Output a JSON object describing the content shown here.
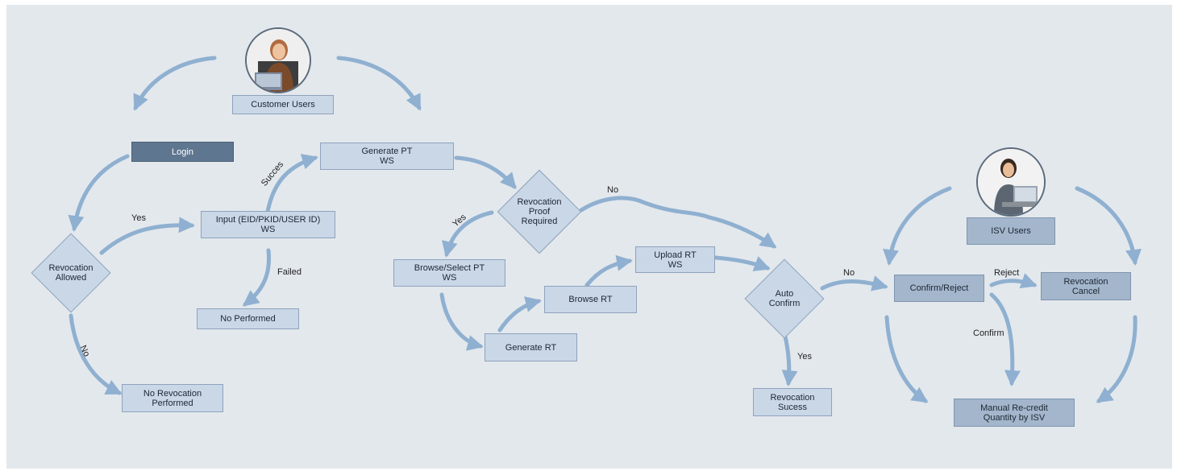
{
  "nodes": {
    "customer_users": "Customer Users",
    "login": "Login",
    "revocation_allowed": "Revocation\nAllowed",
    "input_ws": "Input (EID/PKID/USER ID)\nWS",
    "no_performed": "No Performed",
    "no_revocation_performed": "No Revocation\nPerformed",
    "generate_pt_ws": "Generate PT\nWS",
    "revocation_proof_required": "Revocation\nProof\nRequired",
    "browse_select_pt_ws": "Browse/Select PT\nWS",
    "generate_rt": "Generate RT",
    "browse_rt": "Browse RT",
    "upload_rt_ws": "Upload RT\nWS",
    "auto_confirm": "Auto\nConfirm",
    "revocation_sucess": "Revocation\nSucess",
    "isv_users": "ISV Users",
    "confirm_reject": "Confirm/Reject",
    "revocation_cancel": "Revocation\nCancel",
    "manual_recredit": "Manual Re-credit\nQuantity by ISV"
  },
  "edge_labels": {
    "yes_allowed": "Yes",
    "no_allowed": "No",
    "success": "Succes",
    "failed": "Failed",
    "yes_proof": "Yes",
    "no_proof": "No",
    "no_auto": "No",
    "yes_auto": "Yes",
    "reject": "Reject",
    "confirm": "Confirm"
  },
  "icons": {
    "customer_avatar": "customer-user-avatar-icon",
    "isv_avatar": "isv-user-avatar-icon"
  },
  "colors": {
    "background": "#e3e8ed",
    "node_fill": "#c9d7e7",
    "node_dark": "#5f7690",
    "arrow": "#8fb0d0"
  }
}
